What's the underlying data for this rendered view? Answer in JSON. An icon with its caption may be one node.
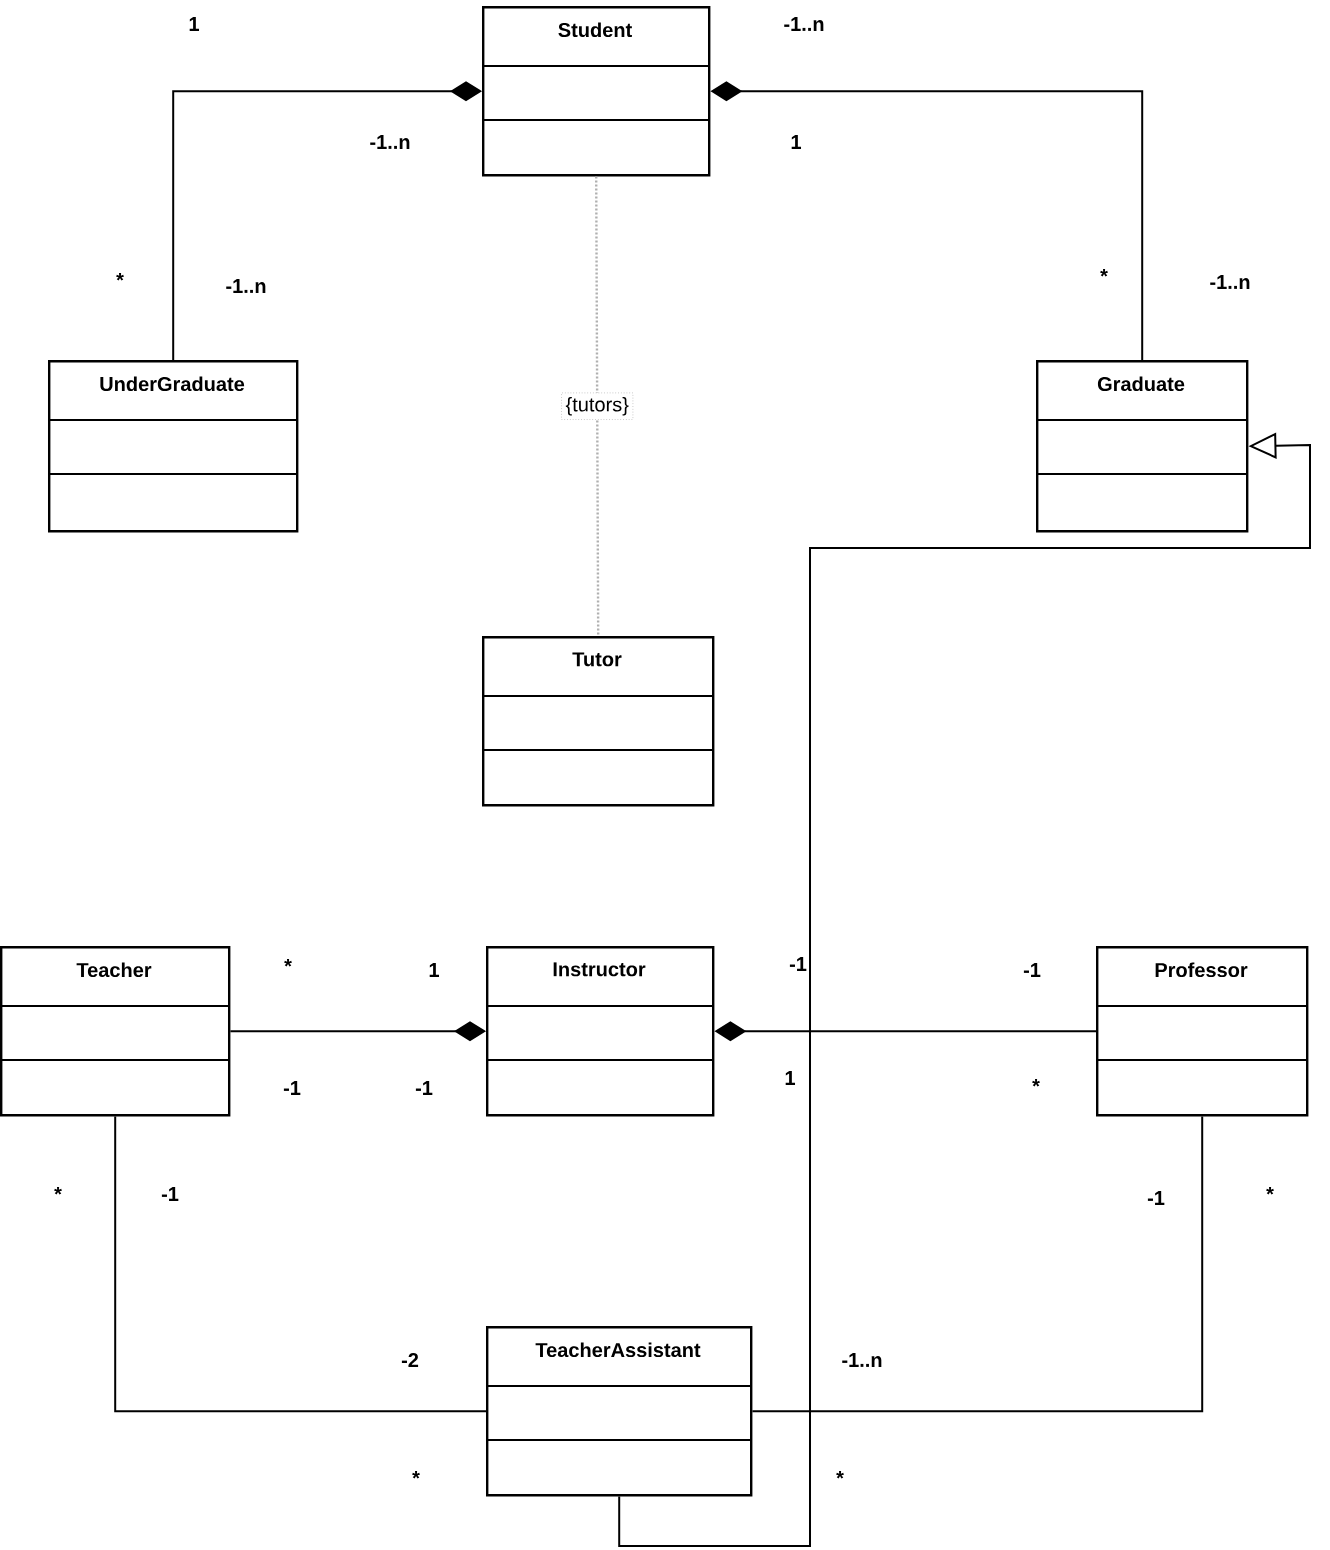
{
  "diagram": {
    "nodes": [
      {
        "text": [
          "Student"
        ]
      },
      {
        "text": [
          "UnderGraduate"
        ]
      },
      {
        "text": [
          "Graduate"
        ]
      },
      {
        "text": [
          "Tutor"
        ]
      },
      {
        "text": [
          "Teacher"
        ]
      },
      {
        "text": [
          "Instructor"
        ]
      },
      {
        "text": [
          "Professor"
        ]
      },
      {
        "text": [
          "TeacherAssistant"
        ]
      }
    ],
    "edges": [
      {
        "from": 0,
        "to": 1,
        "arrow": "other"
      },
      {
        "from": 0,
        "to": 2,
        "arrow": "other"
      },
      {
        "from": 0,
        "to": 3,
        "arrow": "none",
        "label": "{tutors}",
        "style": "dashed",
        "color": "#b0b0b0"
      },
      {
        "from": 5,
        "to": 4,
        "arrow": "other"
      },
      {
        "from": 5,
        "to": 6,
        "arrow": "other"
      },
      {
        "from": 4,
        "to": 7,
        "arrow": "none"
      },
      {
        "from": 6,
        "to": 7,
        "arrow": "none"
      },
      {
        "from": 7,
        "to": 2,
        "arrow": "to"
      }
    ],
    "labels": [
      "1",
      "-1..n",
      "-1..n",
      "1",
      "*",
      "-1..n",
      "*",
      "-1..n",
      "*",
      "1",
      "-1",
      "-1",
      "-1",
      "-1",
      "1",
      "*",
      "*",
      "-1",
      "-1",
      "*",
      "-2",
      "-1..n",
      "*",
      "*"
    ]
  }
}
